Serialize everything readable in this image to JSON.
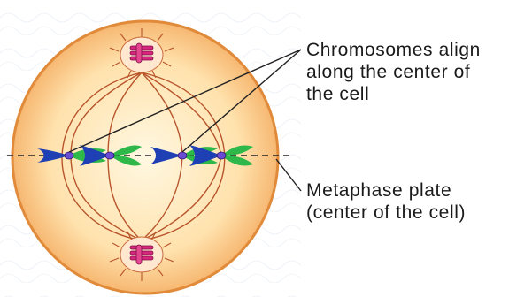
{
  "labels": {
    "chromosomes": "Chromosomes align\nalong the center of\nthe cell",
    "plate": "Metaphase plate\n(center of the cell)"
  },
  "colors": {
    "cell_fill_center": "#fff6dc",
    "cell_fill_edge": "#f6b66a",
    "cell_outline": "#e08a3a",
    "spindle": "#b8542b",
    "chromatid_blue": "#1f3fb5",
    "chromatid_green": "#2fb84a",
    "centromere": "#6a4bd6",
    "centrosome_fill": "#ffe7d0",
    "centriole": "#d8267e",
    "plate_line": "#222222",
    "pointer_line": "#222222",
    "background_pattern": "#eef2f7"
  },
  "icons": [
    "centrosome-top",
    "centrosome-bottom",
    "chromosome-pair"
  ]
}
